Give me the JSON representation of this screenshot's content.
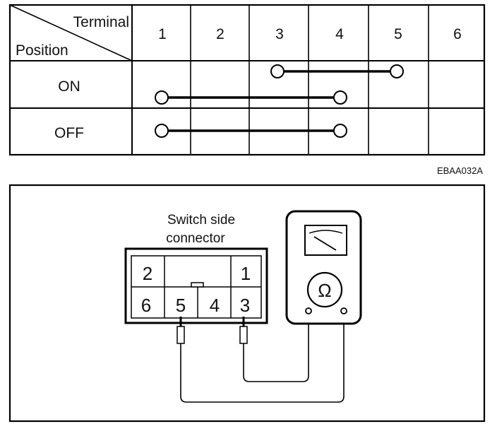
{
  "table": {
    "corner_top": "Terminal",
    "corner_bottom": "Position",
    "terminals": [
      "1",
      "2",
      "3",
      "4",
      "5",
      "6"
    ],
    "rows": [
      {
        "position": "ON",
        "connections": [
          [
            3,
            5
          ],
          [
            1,
            4
          ]
        ]
      },
      {
        "position": "OFF",
        "connections": [
          [
            1,
            4
          ]
        ]
      }
    ]
  },
  "figure_code": "EBAA032A",
  "diagram": {
    "connector_label_line1": "Switch side",
    "connector_label_line2": "connector",
    "connector_pins_top": [
      "2",
      "",
      "1"
    ],
    "connector_pins_bottom": [
      "6",
      "5",
      "4",
      "3"
    ],
    "meter_symbol": "Ω",
    "probed_pins": [
      "5",
      "3"
    ]
  }
}
